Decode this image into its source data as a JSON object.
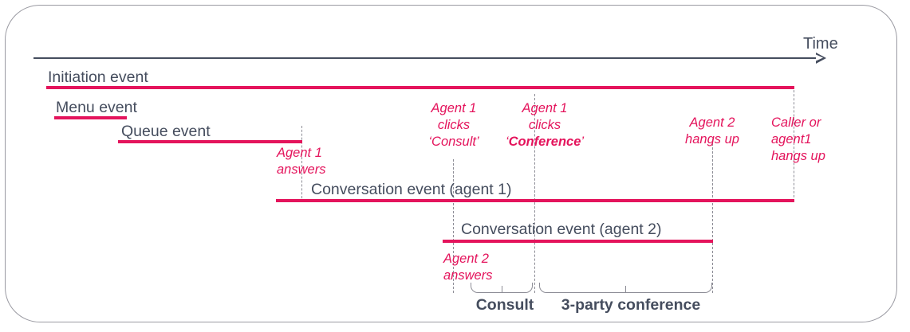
{
  "diagram": {
    "axis": {
      "label": "Time"
    },
    "colors": {
      "accent_pink": "#e4145c",
      "text_dark": "#454d5e",
      "guide_gray": "#8d8d96",
      "frame_gray": "#9a9aa2"
    },
    "event_bars": [
      {
        "label": "Initiation event"
      },
      {
        "label": "Menu event"
      },
      {
        "label": "Queue event"
      },
      {
        "label": "Conversation event (agent 1)"
      },
      {
        "label": "Conversation event (agent 2)"
      }
    ],
    "annotations": [
      {
        "lines": [
          "Agent 1",
          "answers"
        ]
      },
      {
        "lines": [
          "Agent 1",
          "clicks",
          "‘Consult’"
        ]
      },
      {
        "lines": [
          "Agent 1",
          "clicks",
          "‘Conference’"
        ]
      },
      {
        "lines": [
          "Agent 2",
          "hangs up"
        ]
      },
      {
        "lines": [
          "Caller or",
          "agent1",
          "hangs up"
        ]
      },
      {
        "lines": [
          "Agent 2",
          "answers"
        ]
      }
    ],
    "annotation_text": {
      "agent1_answers_l1": "Agent 1",
      "agent1_answers_l2": "answers",
      "agent1_consult_l1": "Agent 1",
      "agent1_consult_l2": "clicks",
      "agent1_consult_l3": "‘Consult’",
      "agent1_conference_l1": "Agent 1",
      "agent1_conference_l2": "clicks",
      "agent1_conference_l3_open": "‘",
      "agent1_conference_l3_word": "Conference",
      "agent1_conference_l3_close": "’",
      "agent2_hangsup_l1": "Agent 2",
      "agent2_hangsup_l2": "hangs up",
      "caller_hangsup_l1": "Caller or",
      "caller_hangsup_l2": "agent1",
      "caller_hangsup_l3": "hangs up",
      "agent2_answers_l1": "Agent 2",
      "agent2_answers_l2": "answers"
    },
    "phases": [
      {
        "label": "Consult"
      },
      {
        "label": "3-party conference"
      }
    ]
  }
}
